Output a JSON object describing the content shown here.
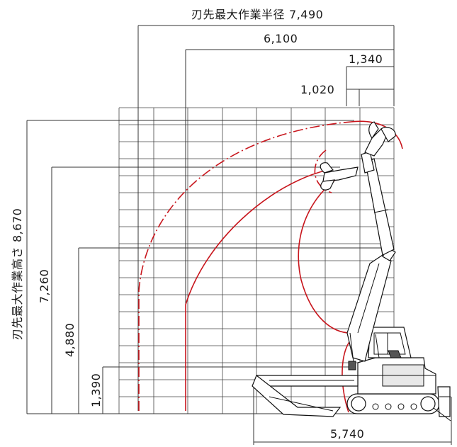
{
  "dimensions": {
    "max_radius": {
      "label": "刃先最大作業半径",
      "value": "7,490"
    },
    "radius_6100": "6,100",
    "radius_1340": "1,340",
    "radius_1020": "1,020",
    "max_height": {
      "label": "刃先最大作業高さ",
      "value": "8,670"
    },
    "height_7260": "7,260",
    "height_4880": "4,880",
    "height_1390": "1,390",
    "tail_length": "5,740"
  },
  "colors": {
    "envelope_red": "#c8161d",
    "line": "#333333"
  }
}
